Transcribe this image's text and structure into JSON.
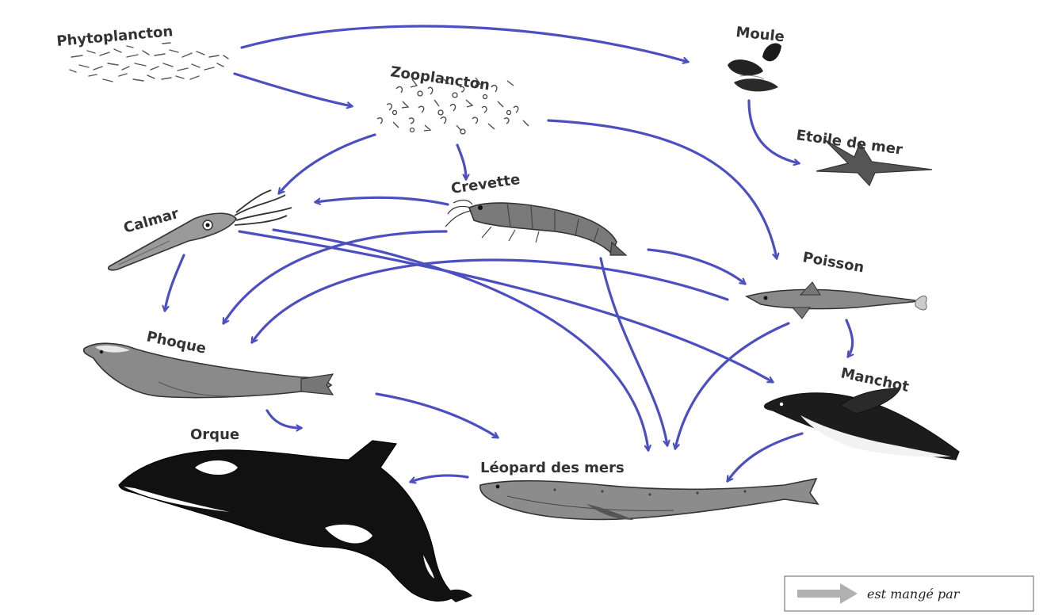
{
  "organisms": {
    "phytoplancton": "Phytoplancton",
    "zooplancton": "Zooplancton",
    "moule": "Moule",
    "etoile": "Etoile de mer",
    "crevette": "Crevette",
    "calmar": "Calmar",
    "poisson": "Poisson",
    "phoque": "Phoque",
    "manchot": "Manchot",
    "orque": "Orque",
    "leopard": "Léopard des mers"
  },
  "legend": {
    "text": "est mangé par"
  },
  "colors": {
    "arrow": "#4b4fc0",
    "ink": "#333333",
    "dark": "#222222"
  },
  "relations": [
    [
      "Phytoplancton",
      "Zooplancton"
    ],
    [
      "Phytoplancton",
      "Moule"
    ],
    [
      "Moule",
      "Etoile de mer"
    ],
    [
      "Zooplancton",
      "Calmar"
    ],
    [
      "Zooplancton",
      "Crevette"
    ],
    [
      "Zooplancton",
      "Poisson"
    ],
    [
      "Crevette",
      "Calmar"
    ],
    [
      "Crevette",
      "Phoque"
    ],
    [
      "Crevette",
      "Poisson"
    ],
    [
      "Crevette",
      "Léopard des mers"
    ],
    [
      "Calmar",
      "Phoque"
    ],
    [
      "Calmar",
      "Manchot"
    ],
    [
      "Calmar",
      "Léopard des mers"
    ],
    [
      "Poisson",
      "Phoque"
    ],
    [
      "Poisson",
      "Manchot"
    ],
    [
      "Poisson",
      "Léopard des mers"
    ],
    [
      "Phoque",
      "Orque"
    ],
    [
      "Phoque",
      "Léopard des mers"
    ],
    [
      "Manchot",
      "Léopard des mers"
    ],
    [
      "Léopard des mers",
      "Orque"
    ]
  ]
}
